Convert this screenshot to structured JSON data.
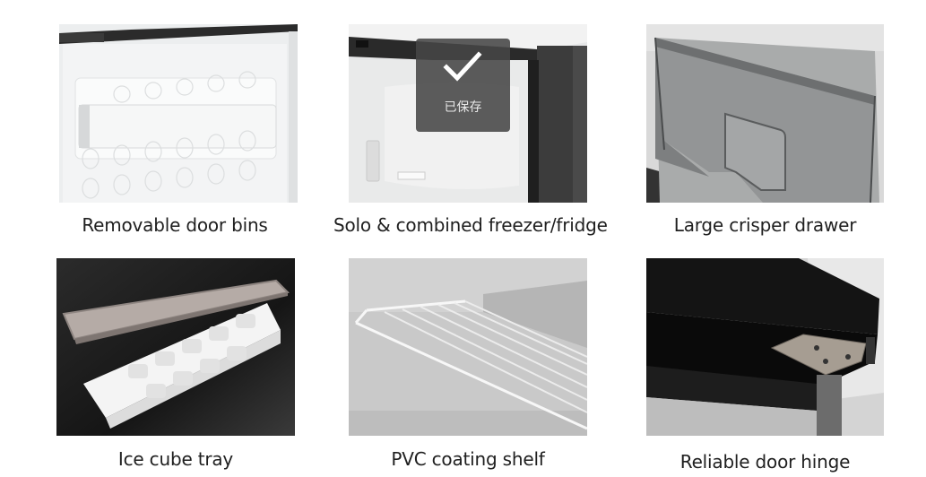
{
  "features": [
    {
      "caption": "Removable door bins",
      "image": "door-bins-photo"
    },
    {
      "caption": "Solo & combined freezer/fridge",
      "image": "freezer-fridge-photo"
    },
    {
      "caption": "Large crisper drawer",
      "image": "crisper-drawer-photo"
    },
    {
      "caption": "Ice cube tray",
      "image": "ice-cube-tray-photo"
    },
    {
      "caption": "PVC coating shelf",
      "image": "pvc-shelf-photo"
    },
    {
      "caption": "Reliable door hinge",
      "image": "door-hinge-photo"
    }
  ],
  "toast": {
    "icon": "checkmark-icon",
    "message": "已保存"
  }
}
